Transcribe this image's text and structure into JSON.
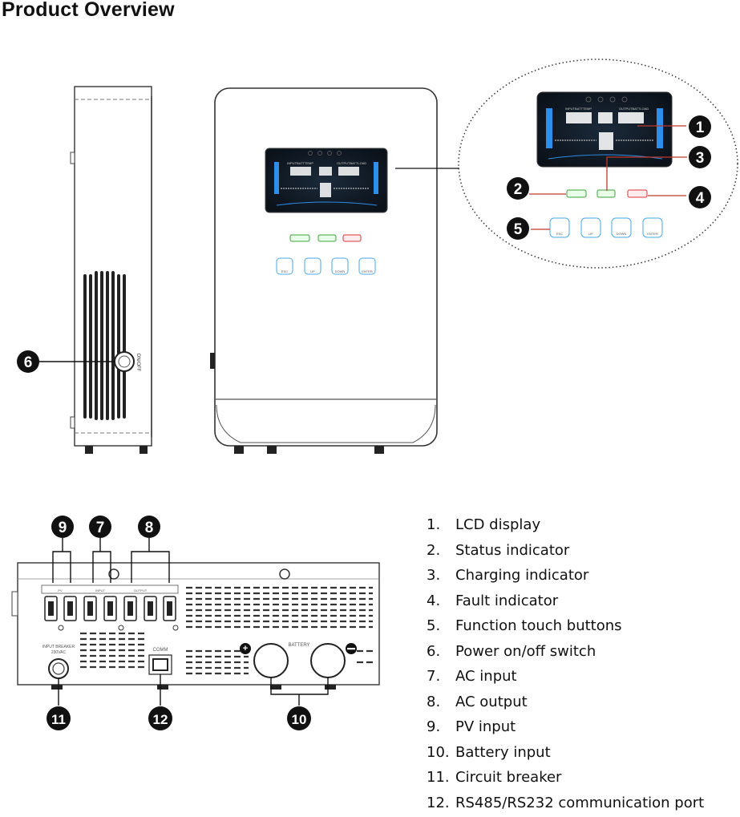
{
  "title": "Product Overview",
  "side_view": {
    "switch_label": "ON/OFF"
  },
  "front_panel": {
    "lcd_labels": {
      "input": "INPUTBATTTEMP",
      "output": "OUTPUTBATTLOAD"
    },
    "buttons": [
      "ESC",
      "UP",
      "DOWN",
      "ENTER"
    ]
  },
  "bottom_panel": {
    "terminal_groups": [
      "PV",
      "INPUT",
      "OUTPUT"
    ],
    "breaker_label": "INPUT BREAKER",
    "breaker_rating": "230VAC",
    "comm_label": "COMM",
    "battery_label": "BATTERY"
  },
  "callouts": [
    "1",
    "2",
    "3",
    "4",
    "5",
    "6",
    "7",
    "8",
    "9",
    "10",
    "11",
    "12"
  ],
  "legend": [
    {
      "num": "1.",
      "text": "LCD display"
    },
    {
      "num": "2.",
      "text": "Status indicator"
    },
    {
      "num": "3.",
      "text": "Charging indicator"
    },
    {
      "num": "4.",
      "text": "Fault indicator"
    },
    {
      "num": "5.",
      "text": "Function touch buttons"
    },
    {
      "num": "6.",
      "text": "Power on/off switch"
    },
    {
      "num": "7.",
      "text": "AC input"
    },
    {
      "num": "8.",
      "text": "AC output"
    },
    {
      "num": "9.",
      "text": "PV input"
    },
    {
      "num": "10.",
      "text": "Battery input"
    },
    {
      "num": "11.",
      "text": "Circuit breaker"
    },
    {
      "num": "12.",
      "text": "RS485/RS232 communication port"
    }
  ]
}
